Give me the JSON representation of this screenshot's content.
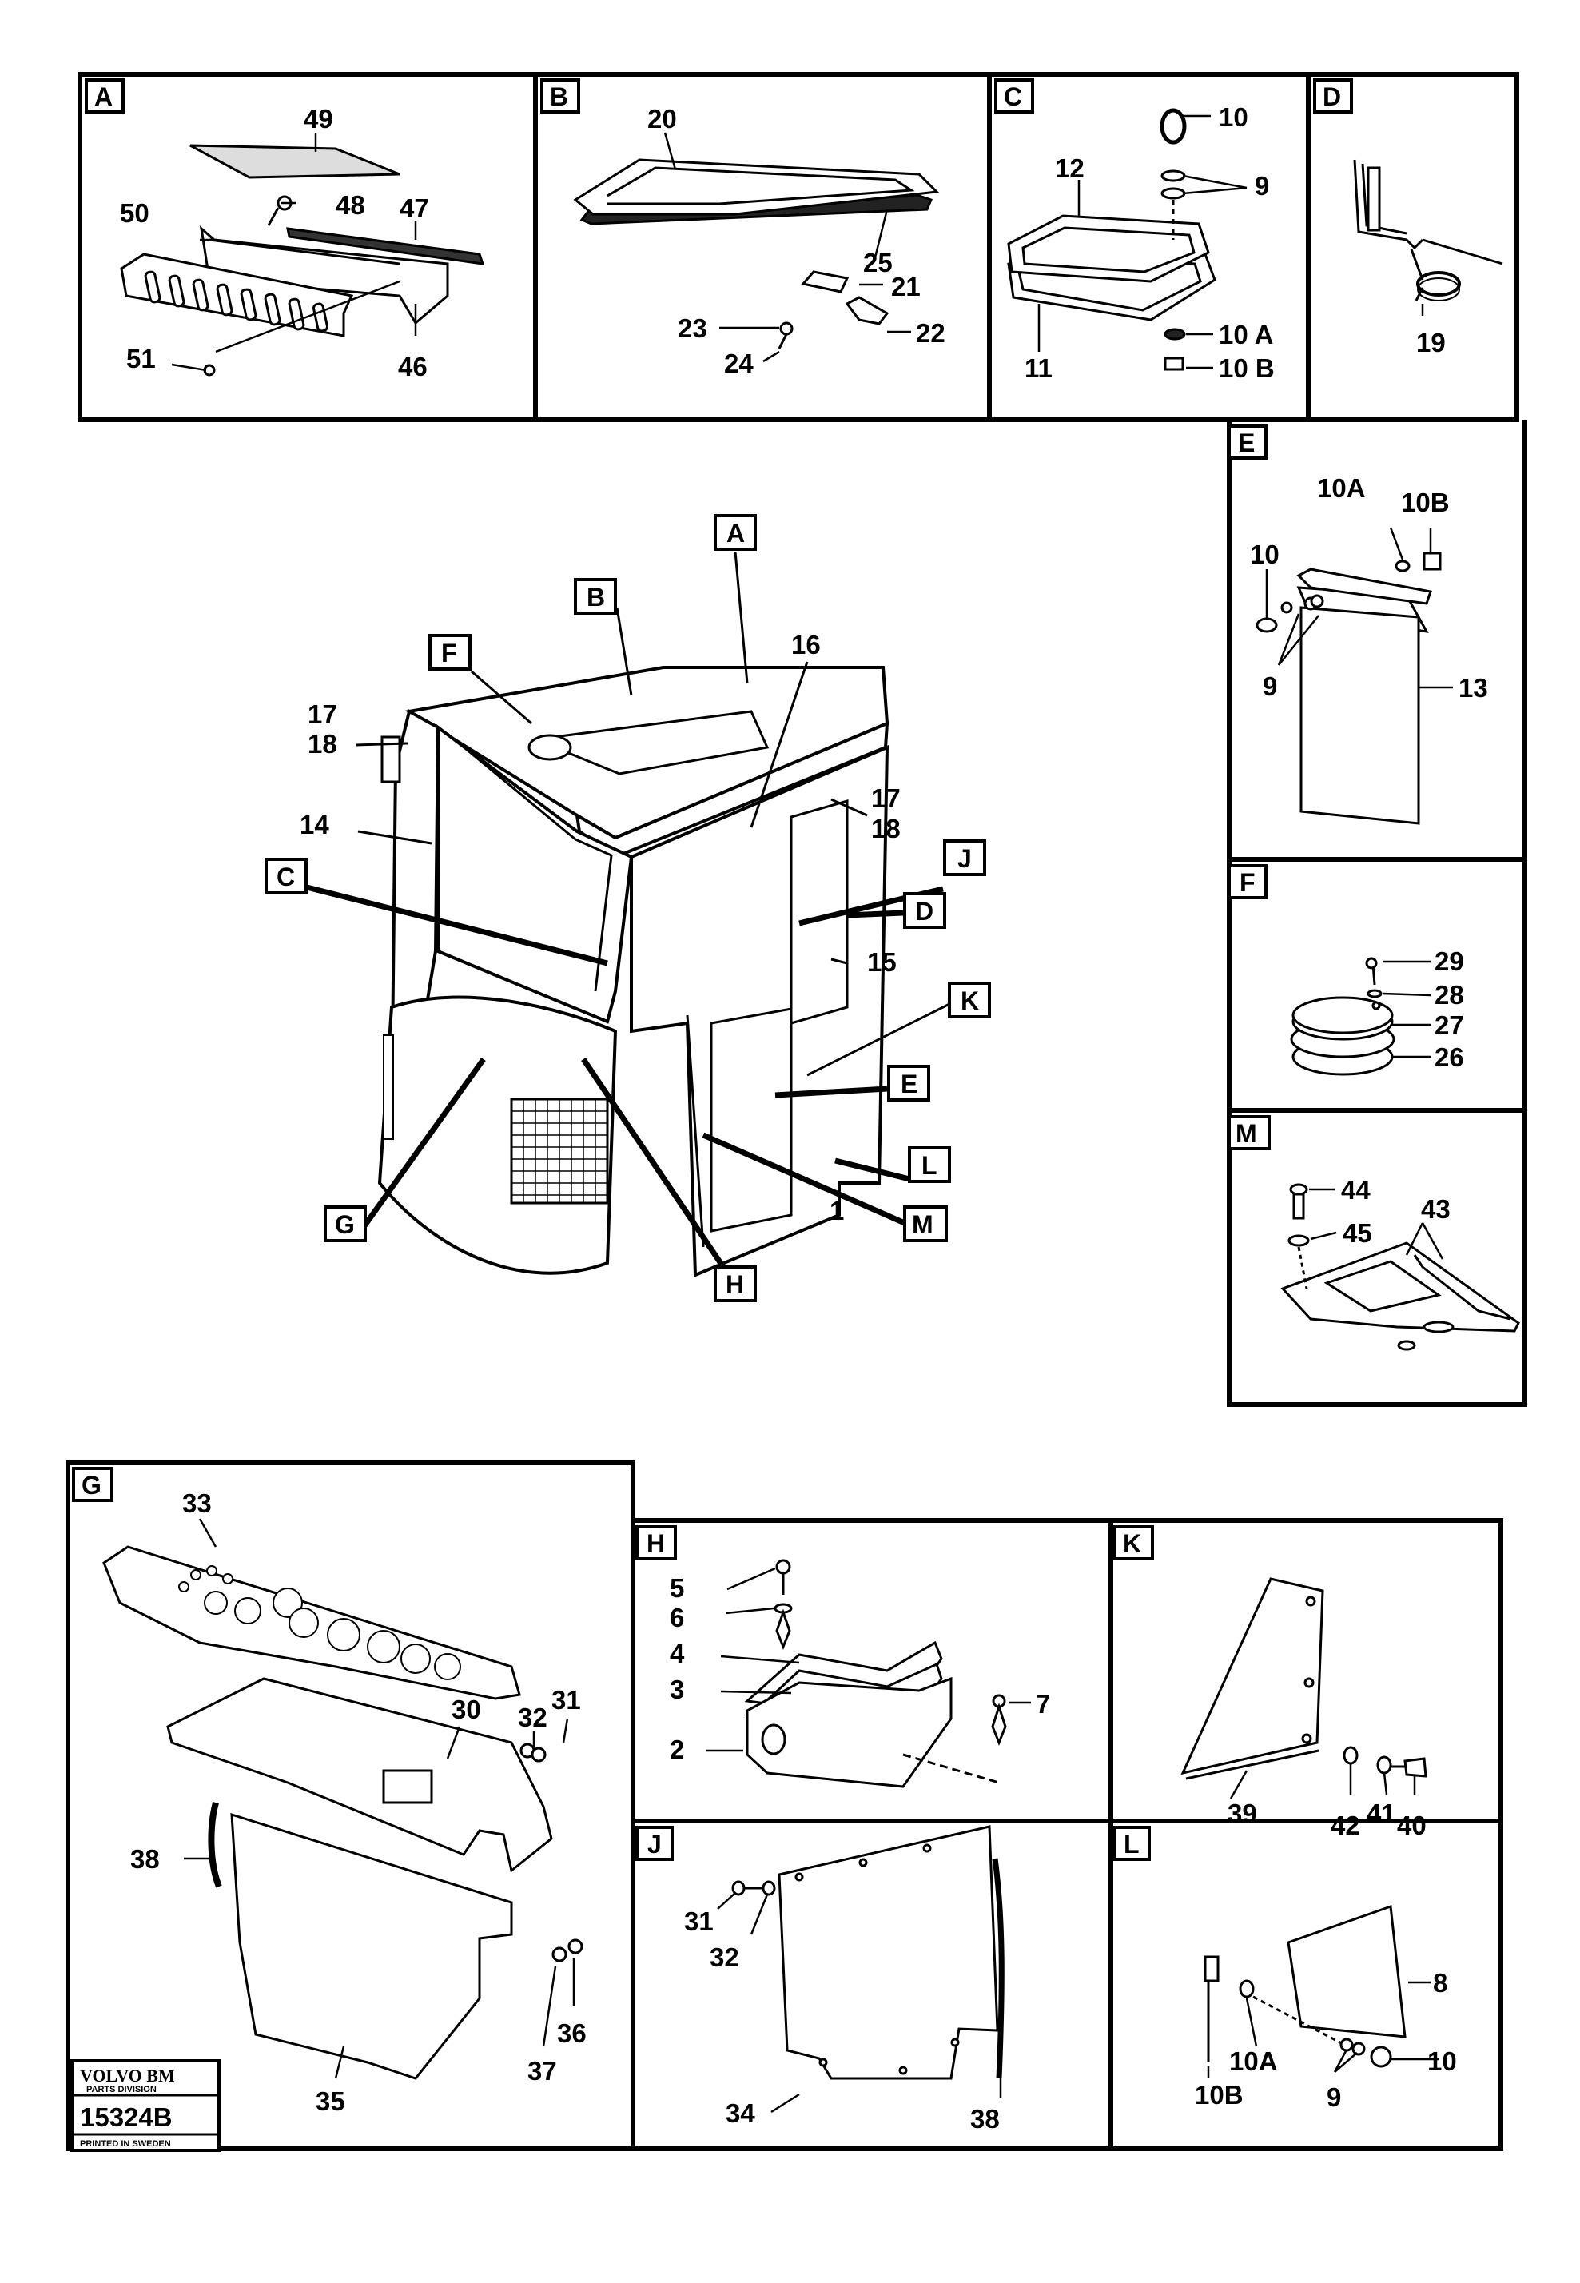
{
  "panels": {
    "A": {
      "tag": "A",
      "labels": {
        "p49": "49",
        "p48": "48",
        "p50": "50",
        "p47": "47",
        "p51": "51",
        "p46": "46"
      }
    },
    "B": {
      "tag": "B",
      "labels": {
        "p20": "20",
        "p25": "25",
        "p21": "21",
        "p23": "23",
        "p22": "22",
        "p24": "24"
      }
    },
    "C": {
      "tag": "C",
      "labels": {
        "p10": "10",
        "p12": "12",
        "p9": "9",
        "p11": "11",
        "p10a": "10 A",
        "p10b": "10 B"
      }
    },
    "D": {
      "tag": "D",
      "labels": {
        "p19": "19"
      }
    },
    "E": {
      "tag": "E",
      "labels": {
        "p10a": "10A",
        "p10b": "10B",
        "p10": "10",
        "p9": "9",
        "p13": "13"
      }
    },
    "F": {
      "tag": "F",
      "labels": {
        "p29": "29",
        "p28": "28",
        "p27": "27",
        "p26": "26"
      }
    },
    "M": {
      "tag": "M",
      "labels": {
        "p44": "44",
        "p43": "43",
        "p45": "45"
      }
    },
    "G": {
      "tag": "G",
      "labels": {
        "p33": "33",
        "p31": "31",
        "p32": "32",
        "p30": "30",
        "p38": "38",
        "p36": "36",
        "p37": "37",
        "p35": "35"
      }
    },
    "H": {
      "tag": "H",
      "labels": {
        "p5": "5",
        "p6": "6",
        "p4": "4",
        "p3": "3",
        "p7": "7",
        "p2": "2"
      }
    },
    "K": {
      "tag": "K",
      "labels": {
        "p39": "39",
        "p42": "42",
        "p41": "41",
        "p40": "40"
      }
    },
    "J": {
      "tag": "J",
      "labels": {
        "p31": "31",
        "p32": "32",
        "p34": "34",
        "p38": "38"
      }
    },
    "L": {
      "tag": "L",
      "labels": {
        "p8": "8",
        "p10a": "10A",
        "p10b": "10B",
        "p9": "9",
        "p10": "10"
      }
    }
  },
  "main": {
    "callouts": {
      "A": "A",
      "B": "B",
      "F": "F",
      "C": "C",
      "J": "J",
      "D": "D",
      "K": "K",
      "E": "E",
      "L": "L",
      "M": "M",
      "G": "G",
      "H": "H"
    },
    "labels": {
      "p16": "16",
      "p17a": "17",
      "p18a": "18",
      "p14": "14",
      "p17b": "17",
      "p18b": "18",
      "p15": "15",
      "p1": "1"
    }
  },
  "stamp": {
    "brand": "VOLVO BM",
    "division": "PARTS DIVISION",
    "number": "15324B",
    "printed": "PRINTED IN SWEDEN"
  }
}
